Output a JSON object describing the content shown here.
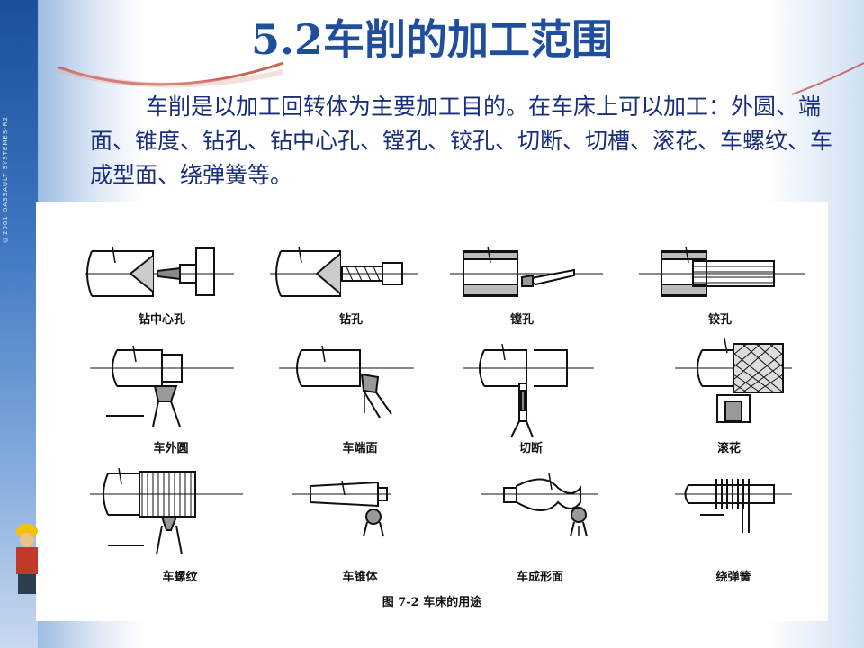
{
  "slide": {
    "title": "5.2车削的加工范围",
    "paragraph": "车削是以加工回转体为主要加工目的。在车床上可以加工：外圆、端面、锥度、钻孔、钻中心孔、镗孔、铰孔、切断、切槽、滚花、车螺纹、车成型面、绕弹簧等。",
    "side_text": "©2001 DASSAULT SYSTEMES-R2"
  },
  "figure": {
    "caption": "图 7-2   车床的用途",
    "items": [
      {
        "label": "钻中心孔",
        "icon": "center-drilling-diagram"
      },
      {
        "label": "钻孔",
        "icon": "drilling-diagram"
      },
      {
        "label": "镗孔",
        "icon": "boring-diagram"
      },
      {
        "label": "铰孔",
        "icon": "reaming-diagram"
      },
      {
        "label": "车外圆",
        "icon": "outer-turning-diagram"
      },
      {
        "label": "车端面",
        "icon": "facing-diagram"
      },
      {
        "label": "切断",
        "icon": "parting-diagram"
      },
      {
        "label": "滚花",
        "icon": "knurling-diagram"
      },
      {
        "label": "车螺纹",
        "icon": "threading-diagram"
      },
      {
        "label": "车锥体",
        "icon": "taper-turning-diagram"
      },
      {
        "label": "车成形面",
        "icon": "form-turning-diagram"
      },
      {
        "label": "绕弹簧",
        "icon": "spring-winding-diagram"
      }
    ]
  },
  "colors": {
    "title": "#1f4e9c",
    "text": "#1a2f7a",
    "band": "#1b4f9a",
    "swoosh": "#c0392b"
  }
}
